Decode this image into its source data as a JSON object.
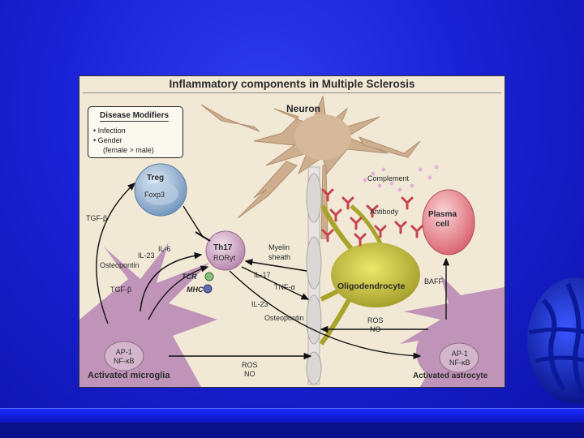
{
  "figure": {
    "title": "Inflammatory components in Multiple Sclerosis",
    "disease_modifiers": {
      "title": "Disease Modifiers",
      "items": [
        "Infection",
        "Gender",
        "(female > male)"
      ]
    },
    "cells": {
      "neuron": "Neuron",
      "treg": "Treg",
      "treg_marker": "Foxp3",
      "th17": "Th17",
      "th17_marker": "RORγt",
      "plasma": "Plasma\ncell",
      "oligodendrocyte": "Oligodendrocyte",
      "microglia": "Activated microglia",
      "microglia_factors": "AP-1\nNF-κB",
      "astrocyte": "Activated astrocyte",
      "astrocyte_factors": "AP-1\nNF-κB"
    },
    "labels": {
      "complement": "Complement",
      "antibody": "Antibody",
      "myelin": "Myelin\nsheath",
      "tcr": "TCR",
      "mhc": "MHC",
      "tgf_b_top": "TGF-β",
      "il6": "IL-6",
      "il23_left": "IL-23",
      "osteopontin_left": "Osteopontin",
      "tgf_b_left": "TGF-β",
      "il17": "IL-17",
      "tnf_a": "TNF-α",
      "il23_mid": "IL-23",
      "osteopontin_mid": "Osteopontin",
      "baff": "BAFF",
      "ros_no_right": "ROS\nNO",
      "ros_no_bottom": "ROS\nNO"
    }
  },
  "colors": {
    "slide_bg": "#1a22d6",
    "figure_bg": "#f1e9d6",
    "neuron": "#c9a989",
    "microglia": "#b98bb0",
    "oligodendrocyte": "#b8b64a",
    "plasma": "#e8868f",
    "treg": "#8fb0d0",
    "th17": "#c99ab8",
    "antibody": "#c8424f"
  }
}
